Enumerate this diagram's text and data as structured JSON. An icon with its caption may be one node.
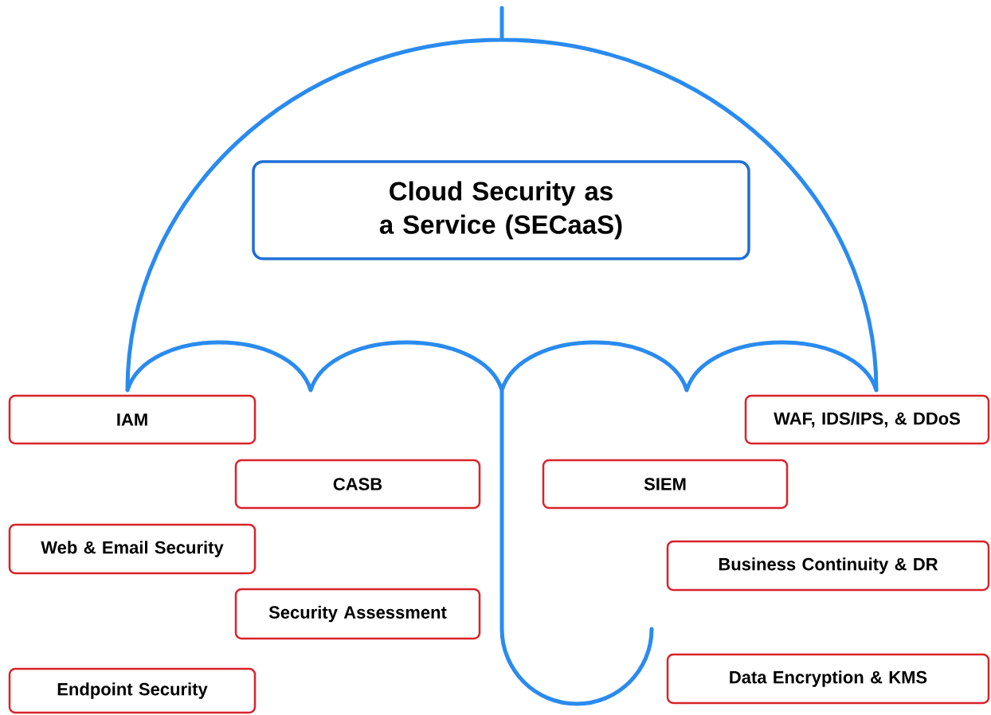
{
  "diagram": {
    "nodes": [
      {
        "text": [
          "Cloud Security as a Service (SECaaS)"
        ]
      },
      {
        "text": [
          "IAM"
        ]
      },
      {
        "text": [
          "CASB"
        ]
      },
      {
        "text": [
          "Web & Email Security"
        ]
      },
      {
        "text": [
          "Security Assessment"
        ]
      },
      {
        "text": [
          "Endpoint Security"
        ]
      },
      {
        "text": [
          "WAF, IDS/IPS, & DDoS"
        ]
      },
      {
        "text": [
          "SIEM"
        ]
      },
      {
        "text": [
          "Business Continuity & DR"
        ]
      },
      {
        "text": [
          "Data Encryption & KMS"
        ]
      }
    ]
  }
}
